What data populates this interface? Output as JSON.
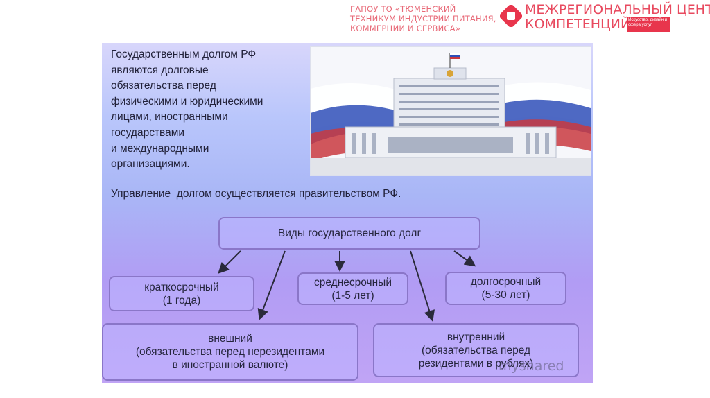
{
  "header": {
    "org_lines": [
      "ГАПОУ ТО «ТЮМЕНСКИЙ",
      "ТЕХНИКУМ ИНДУСТРИИ ПИТАНИЯ,",
      "КОММЕРЦИИ И СЕРВИСА»"
    ],
    "center_lines": [
      "МЕЖРЕГИОНАЛЬНЫЙ ЦЕНТР",
      "КОМПЕТЕНЦИЙ"
    ],
    "badge_text": "Искусство, дизайн и сфера услуг",
    "brand_color": "#e8354c"
  },
  "slide": {
    "intro_lines": [
      "Государственным долгом РФ",
      "являются долговые",
      "обязательства перед",
      "физическими и юридическими",
      "лицами, иностранными",
      "государствами",
      "и международными",
      "организациями."
    ],
    "management_text": "Управление  долгом осуществляется правительством РФ.",
    "image_icon": "government-building-photo",
    "diagram": {
      "root": "Виды государственного долг",
      "short": [
        "краткосрочный",
        "(1 года)"
      ],
      "medium": [
        "среднесрочный",
        "(1-5 лет)"
      ],
      "long": [
        "долгосрочный",
        "(5-30 лет)"
      ],
      "external": [
        "внешний",
        "(обязательства перед нерезидентами",
        "в иностранной валюте)"
      ],
      "internal": [
        "внутренний",
        "(обязательства перед",
        "резидентами в рублях)"
      ]
    },
    "watermark": "myshared"
  }
}
